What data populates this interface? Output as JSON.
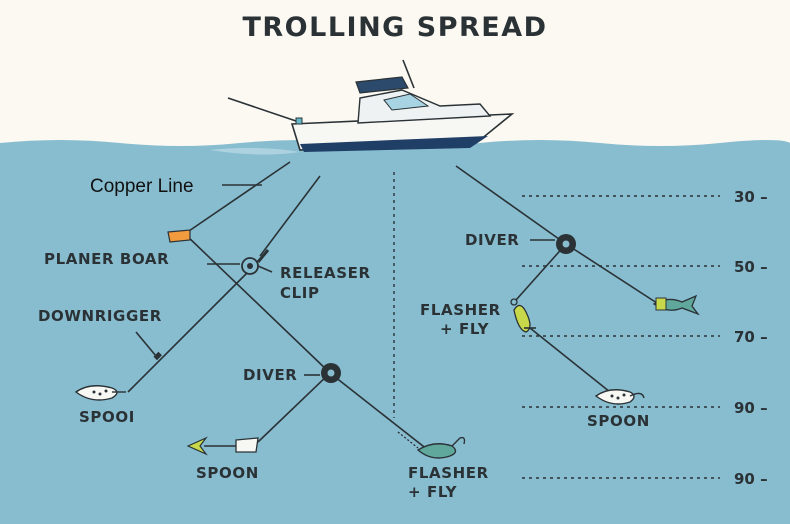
{
  "title": "TROLLING SPREAD",
  "labels": {
    "copper_line": "Copper Line",
    "planer_board": "PLANER BOAR",
    "releaser_clip_1": "RELEASER",
    "releaser_clip_2": "CLIP",
    "downrigger": "DOWNRIGGER",
    "spoon_left": "SPOOI",
    "diver_center": "DIVER",
    "spoon_center": "SPOON",
    "flasher_center_1": "FLASHER",
    "flasher_center_2": "+ FLY",
    "diver_right": "DIVER",
    "flasher_right_1": "FLASHER",
    "flasher_right_2": "+ FLY",
    "spoon_right": "SPOON"
  },
  "depth_marks": [
    "30 –",
    "50 –",
    "70 –",
    "90 –",
    "90 –"
  ],
  "colors": {
    "sky": "#fcf9f2",
    "water": "#88bdd0",
    "text": "#2a3236",
    "planer": "#f19a3e",
    "lure_green": "#5fa89b",
    "lure_yellow": "#c7d94a",
    "boat_hull": "#f7f7f4",
    "boat_stripe": "#1f3f66"
  }
}
